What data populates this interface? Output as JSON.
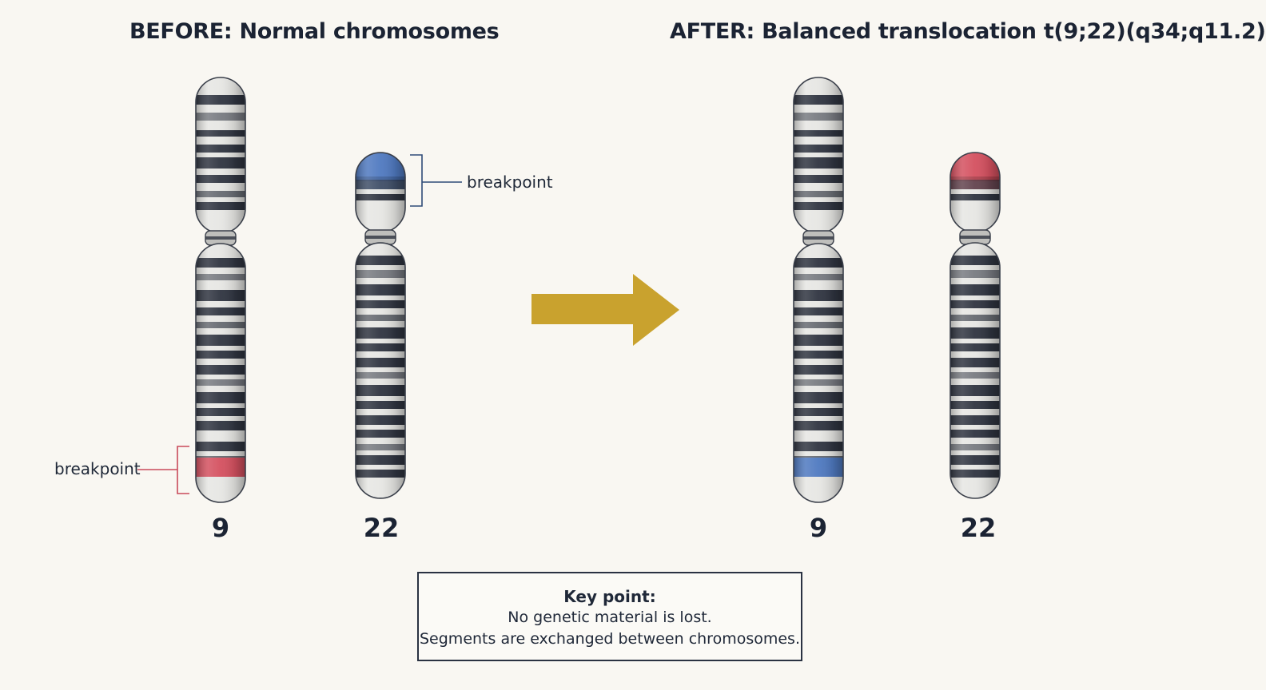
{
  "titles": {
    "before": "BEFORE: Normal chromosomes",
    "after": "AFTER: Balanced translocation t(9;22)(q34;q11.2)"
  },
  "labels": {
    "breakpoint_chr9": "breakpoint",
    "breakpoint_chr22": "breakpoint"
  },
  "chromosomes": {
    "before_9": "9",
    "before_22": "22",
    "after_9": "9",
    "after_22": "22"
  },
  "key_point": {
    "heading": "Key point:",
    "line1": "No genetic material is lost.",
    "line2": "Segments are exchanged between chromosomes."
  },
  "colors": {
    "background": "#f9f7f2",
    "chr9_segment": "#d4505f",
    "chr22_segment": "#4f79c0",
    "arrow": "#c9a22e",
    "band_dark": "#2f3440"
  }
}
